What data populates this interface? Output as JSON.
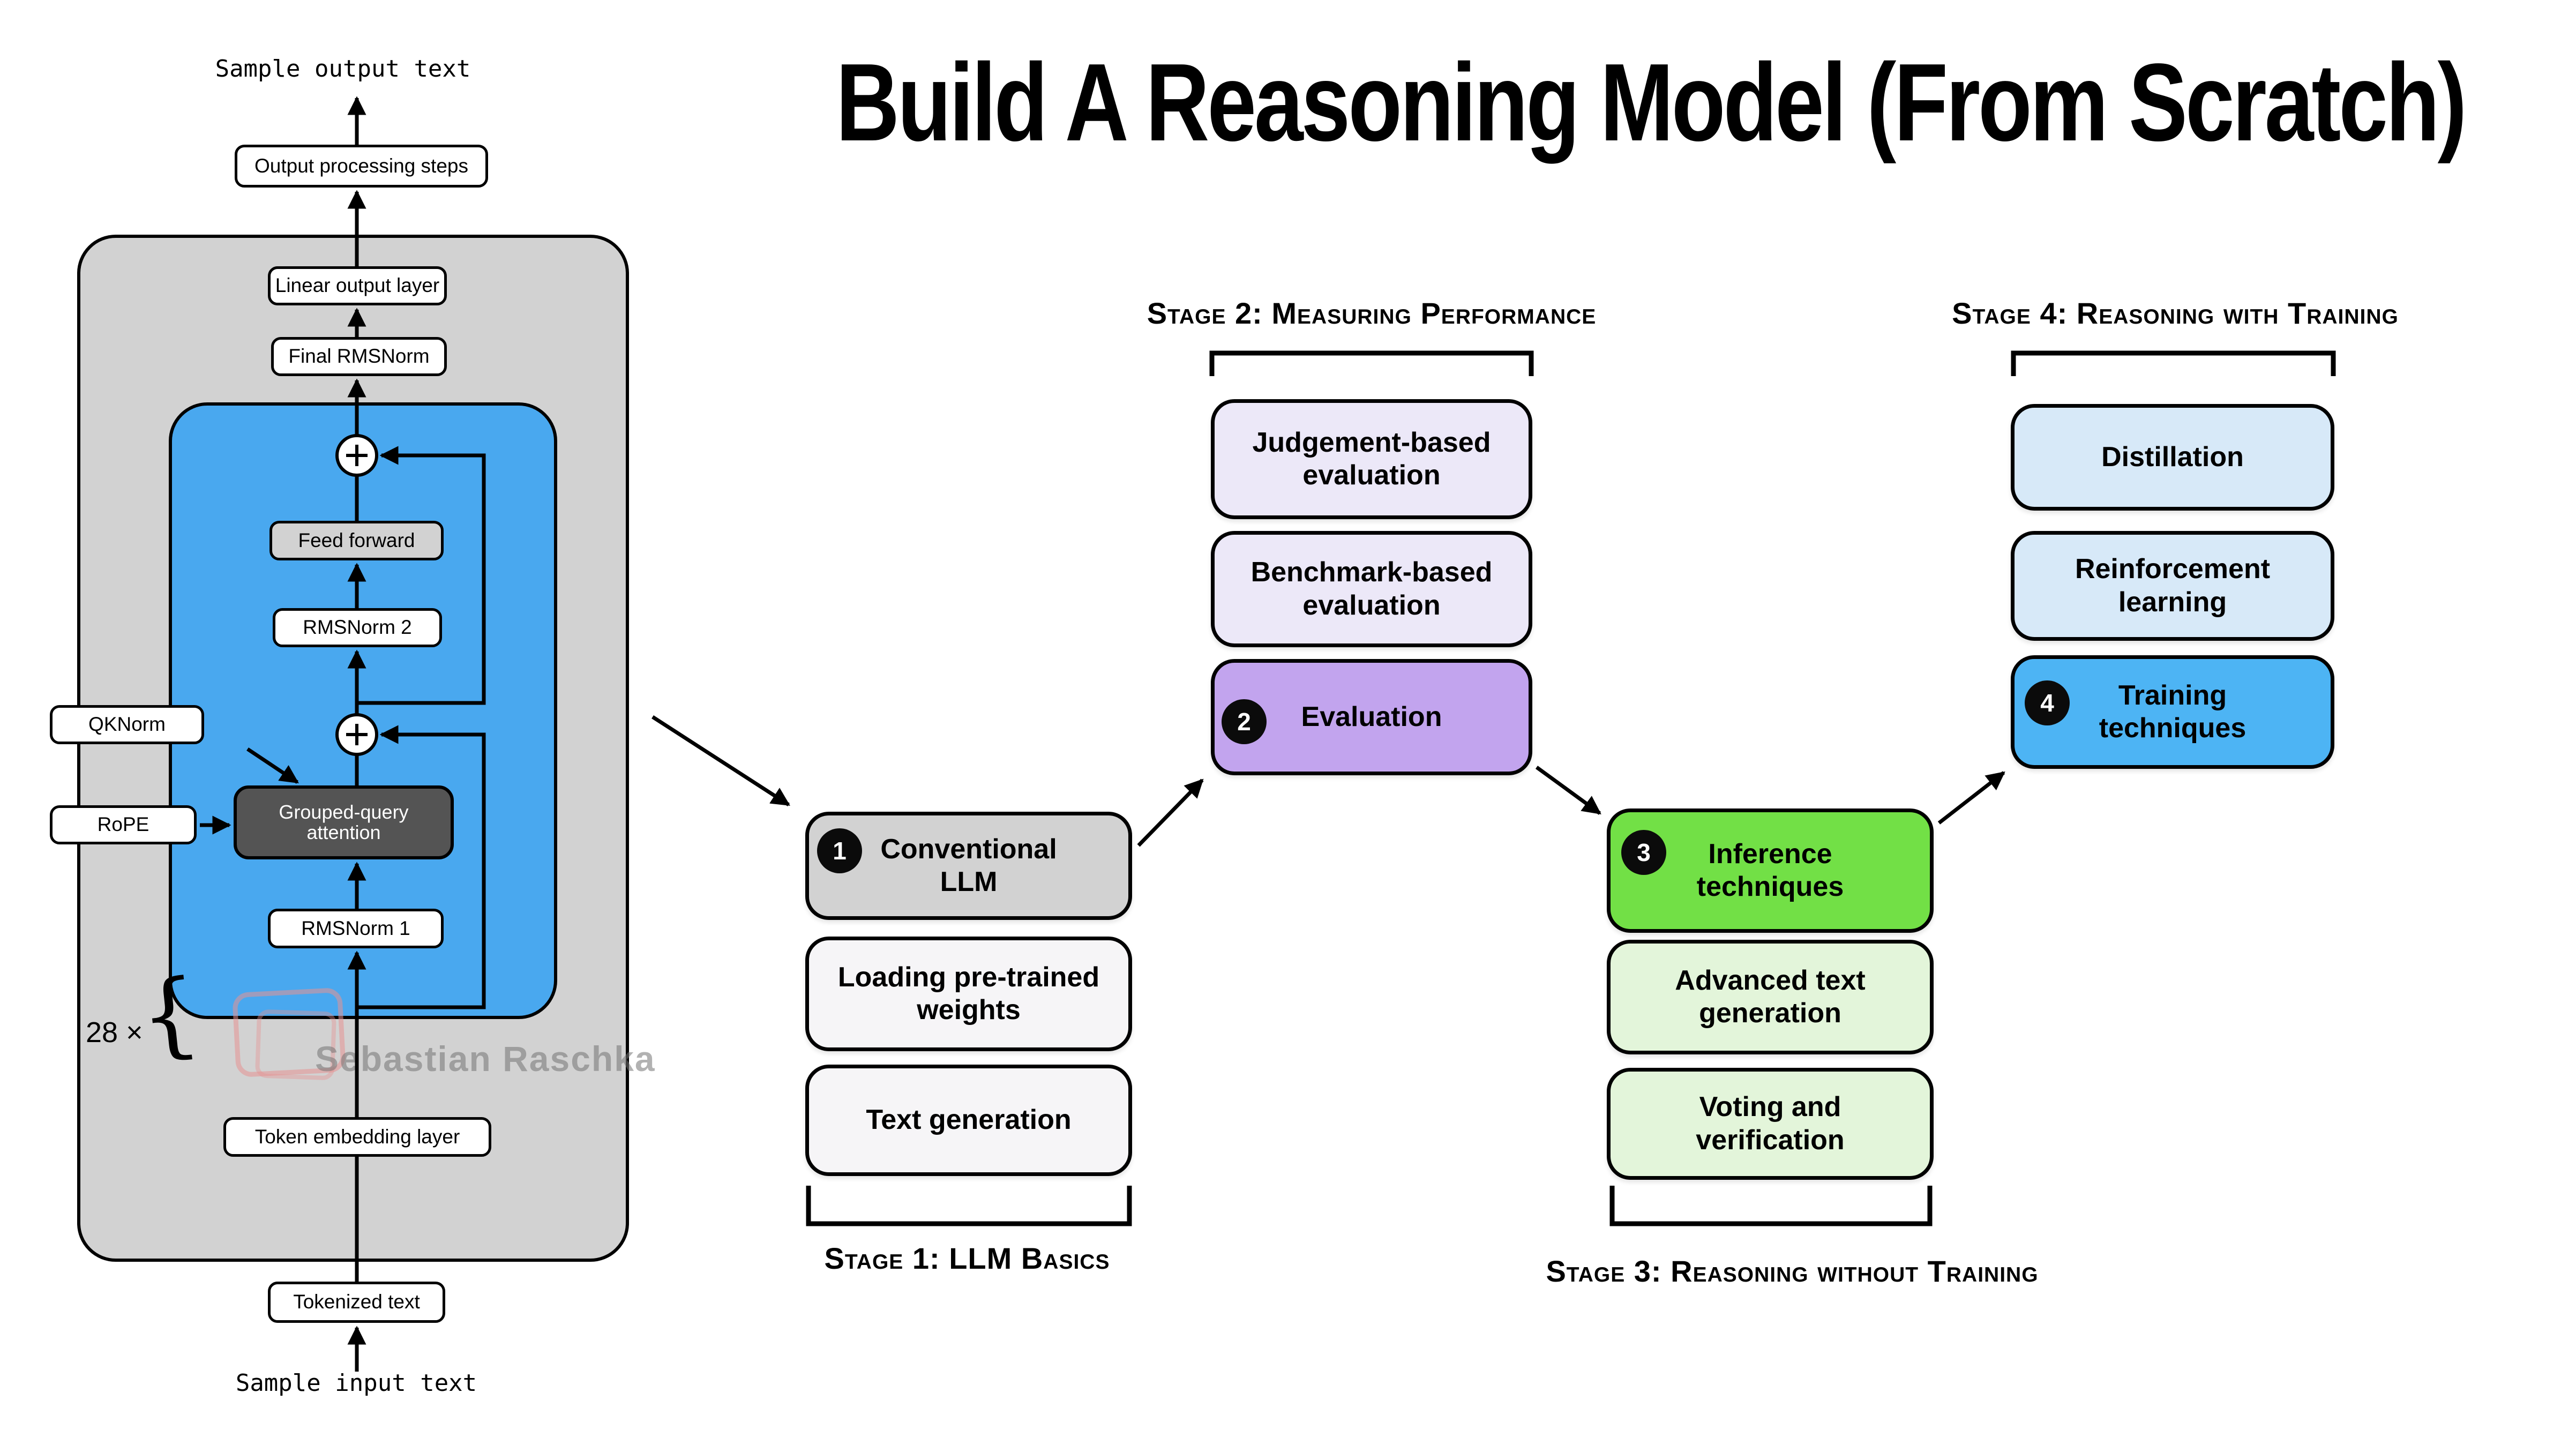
{
  "title": "Build A Reasoning Model (From Scratch)",
  "watermark": {
    "text": "Sebastian Raschka"
  },
  "architecture": {
    "output_text": "Sample output text",
    "input_text": "Sample input text",
    "repeat_label": "28 ×",
    "brace": "{",
    "boxes": {
      "output_processing": "Output processing steps",
      "linear_output": "Linear output layer",
      "final_rmsnorm": "Final RMSNorm",
      "feed_forward": "Feed forward",
      "rmsnorm2": "RMSNorm 2",
      "qknorm": "QKNorm",
      "rope": "RoPE",
      "gqa": "Grouped-query attention",
      "rmsnorm1": "RMSNorm 1",
      "token_embedding": "Token embedding layer",
      "tokenized_text": "Tokenized text"
    }
  },
  "stages": [
    {
      "header": "Stage 1: LLM Basics",
      "boxes": [
        {
          "text": "Conventional LLM",
          "badge": "1",
          "color": "#d2d2d2"
        },
        {
          "text": "Loading pre-trained weights",
          "color": "#f6f5f7"
        },
        {
          "text": "Text generation",
          "color": "#f6f5f7"
        }
      ]
    },
    {
      "header": "Stage 2: Measuring Performance",
      "boxes": [
        {
          "text": "Judgement-based evaluation",
          "color": "#ece8f8"
        },
        {
          "text": "Benchmark-based evaluation",
          "color": "#ece8f8"
        },
        {
          "text": "Evaluation",
          "badge": "2",
          "color": "#c2a4ee"
        }
      ]
    },
    {
      "header": "Stage 3: Reasoning without Training",
      "boxes": [
        {
          "text": "Inference techniques",
          "badge": "3",
          "color": "#72e046"
        },
        {
          "text": "Advanced text generation",
          "color": "#e3f5da"
        },
        {
          "text": "Voting and verification",
          "color": "#e3f5da"
        }
      ]
    },
    {
      "header": "Stage 4: Reasoning with Training",
      "boxes": [
        {
          "text": "Distillation",
          "color": "#d7e9f8"
        },
        {
          "text": "Reinforcement learning",
          "color": "#d7e9f8"
        },
        {
          "text": "Training techniques",
          "badge": "4",
          "color": "#4db4f4"
        }
      ]
    }
  ],
  "colors": {
    "container_gray": "#d2d2d2",
    "transformer_blue": "#49a8ef",
    "attention_dark": "#545454",
    "box_white": "#ffffff"
  }
}
